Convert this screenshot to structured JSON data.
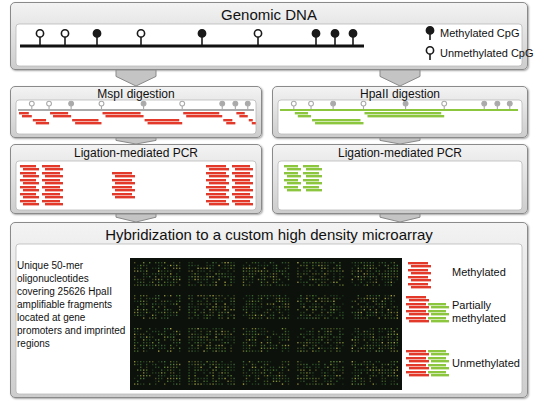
{
  "diagram": {
    "nodes": [
      {
        "text": [
          "Genomic DNA"
        ]
      },
      {
        "text": [
          "MspI digestion"
        ]
      },
      {
        "text": [
          "HpaII digestion"
        ]
      },
      {
        "text": [
          "Ligation-mediated PCR"
        ]
      },
      {
        "text": [
          "Ligation-mediated PCR"
        ]
      },
      {
        "text": [
          "Hybridization to a custom high density microarray",
          "Unique 50-mer oligonucleotides covering 25626 HpaII amplifiable fragments located at gene promoters and imprinted regions"
        ]
      }
    ],
    "edges": [
      {
        "from": 0,
        "to": 1,
        "arrow": "to"
      },
      {
        "from": 0,
        "to": 2,
        "arrow": "to"
      },
      {
        "from": 1,
        "to": 3,
        "arrow": "to"
      },
      {
        "from": 2,
        "to": 4,
        "arrow": "to"
      },
      {
        "from": 3,
        "to": 5,
        "arrow": "to"
      },
      {
        "from": 4,
        "to": 5,
        "arrow": "to"
      }
    ],
    "labels": [
      "Methylated",
      "Partially methylated",
      "Unmethylated"
    ],
    "legend": [
      {
        "text": "Methylated CpG"
      },
      {
        "text": "Unmethylated CpG"
      }
    ]
  }
}
